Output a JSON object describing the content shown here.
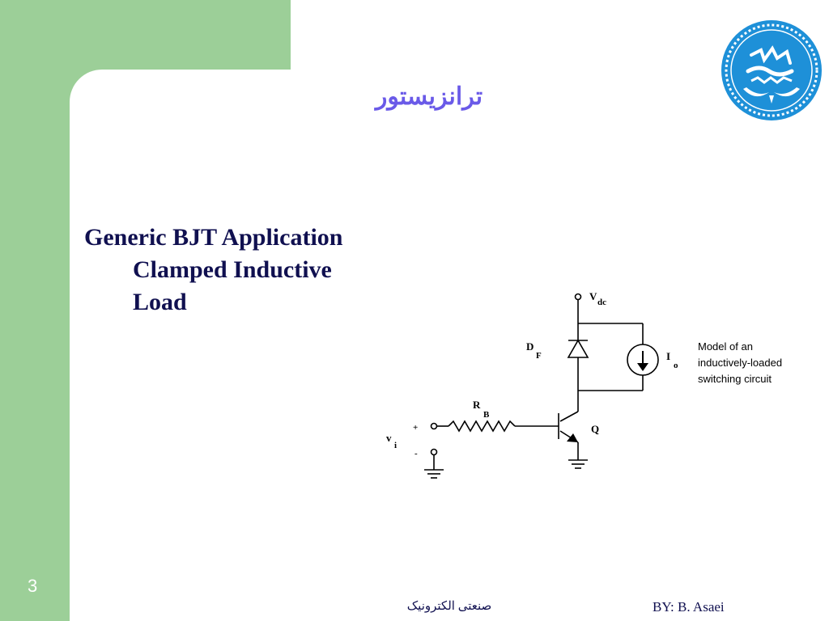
{
  "slide": {
    "title": "ترانزیستور",
    "page_number": "3",
    "heading_line1": "Generic BJT Application",
    "heading_line2": "Clamped Inductive",
    "heading_line3": "Load"
  },
  "circuit": {
    "vdc_main": "V",
    "vdc_sub": "dc",
    "df_main": "D",
    "df_sub": "F",
    "io_main": "I",
    "io_sub": "o",
    "rb_main": "R",
    "rb_sub": "B",
    "q_label": "Q",
    "vi_main": "v",
    "vi_sub": "i",
    "plus": "+",
    "minus": "-",
    "description_line1": "Model of an",
    "description_line2": "inductively-loaded",
    "description_line3": "switching circuit"
  },
  "footer": {
    "course": "صنعتی الکترونیک",
    "author": "BY: B. Asaei"
  },
  "colors": {
    "accent_green": "#9ccf98",
    "title_purple": "#6a5ae8",
    "text_navy": "#101050",
    "logo_blue": "#1e90d8"
  }
}
